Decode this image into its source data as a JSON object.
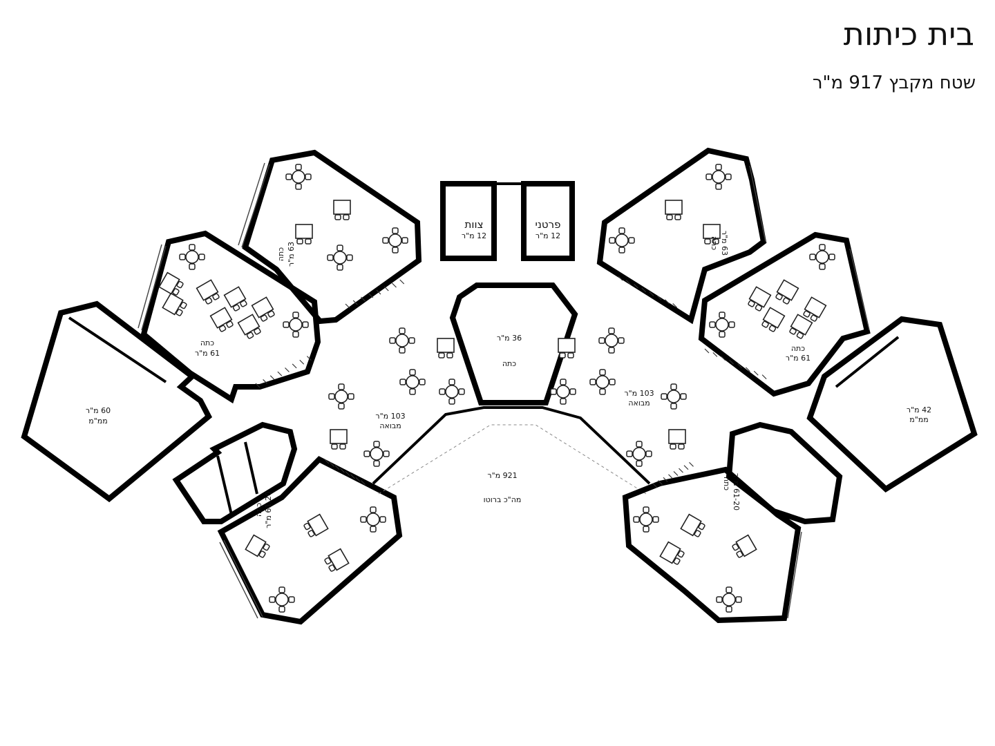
{
  "title": "בית כיתות",
  "subtitle": "שטח מקבץ 917  מ\"ר",
  "rooms": [
    {
      "id": "class-nw-top",
      "name": "כתה",
      "area": "63 מ\"ר"
    },
    {
      "id": "class-nw-mid",
      "name": "כתה",
      "area": "61 מ\"ר"
    },
    {
      "id": "mamad-west",
      "name": "ממ\"מ",
      "area": "60 מ\"ר"
    },
    {
      "id": "class-sw",
      "name": "כתה",
      "area": "61.20 מ\"ר"
    },
    {
      "id": "staff",
      "name": "צוות",
      "area": "12 מ\"ר"
    },
    {
      "id": "private",
      "name": "פרטני",
      "area": "12 מ\"ר"
    },
    {
      "id": "center-class",
      "name": "כתה",
      "area": "36 מ\"ר"
    },
    {
      "id": "entrance-west",
      "name": "מבואה",
      "area": "103 מ\"ר"
    },
    {
      "id": "entrance-east",
      "name": "מבואה",
      "area": "103 מ\"ר"
    },
    {
      "id": "covered-space",
      "name": "מה\"כ ברוטו",
      "area": "921 מ\"ר"
    },
    {
      "id": "class-ne-top",
      "name": "כתה",
      "area": "63 מ\"ר"
    },
    {
      "id": "class-ne-mid",
      "name": "כתה",
      "area": "61 מ\"ר"
    },
    {
      "id": "mamad-east",
      "name": "ממ\"מ",
      "area": "42 מ\"ר"
    },
    {
      "id": "class-se",
      "name": "כתה",
      "area": "61-20 מ\"ר"
    }
  ]
}
